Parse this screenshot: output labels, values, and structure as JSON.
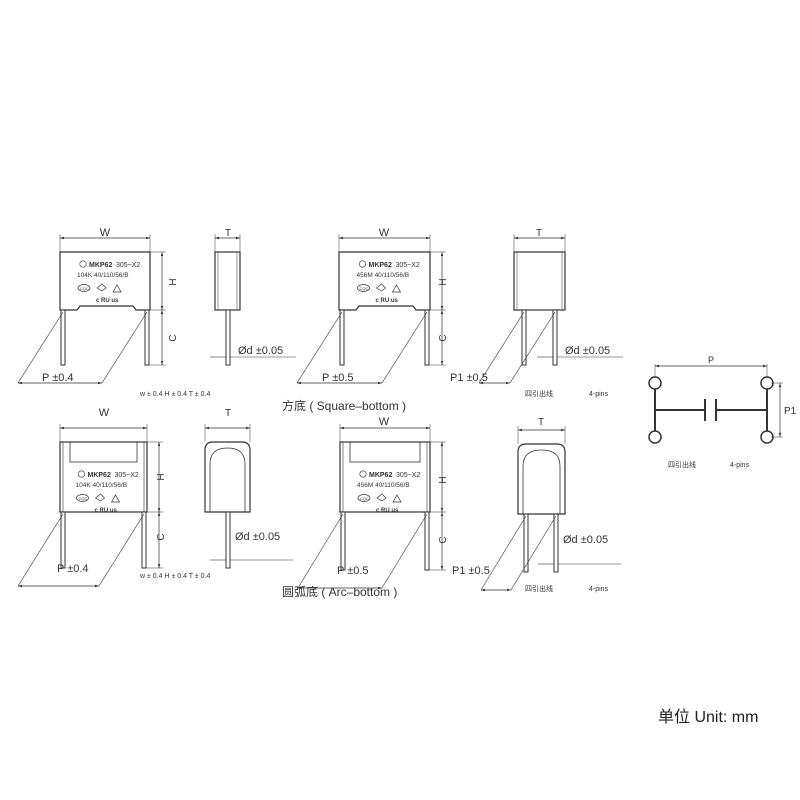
{
  "labels": {
    "W": "W",
    "T": "T",
    "H": "H",
    "C": "C",
    "P": "P",
    "P1": "P1"
  },
  "marking": {
    "brand": "MKP62",
    "rating": "305~X2",
    "code_a": "104K 40/110/56/B",
    "code_b": "456M 40/110/56/B",
    "cert_ul": "c RU us",
    "cert_cqc": "CQC"
  },
  "dims": {
    "p04": "P ±0.4",
    "p05": "P ±0.5",
    "p1": "P1 ±0.5",
    "d": "Ød ±0.05",
    "tolerances": "w ± 0.4   H ± 0.4   T ± 0.4"
  },
  "captions": {
    "square": "方底 ( Square–bottom )",
    "arc": "圆弧底 ( Arc–bottom )",
    "four_pins_cn": "四引出线",
    "four_pins_en": "4-pins"
  },
  "unit": "单位 Unit: mm",
  "colors": {
    "line": "#333333",
    "body_fill": "#ffffff"
  }
}
